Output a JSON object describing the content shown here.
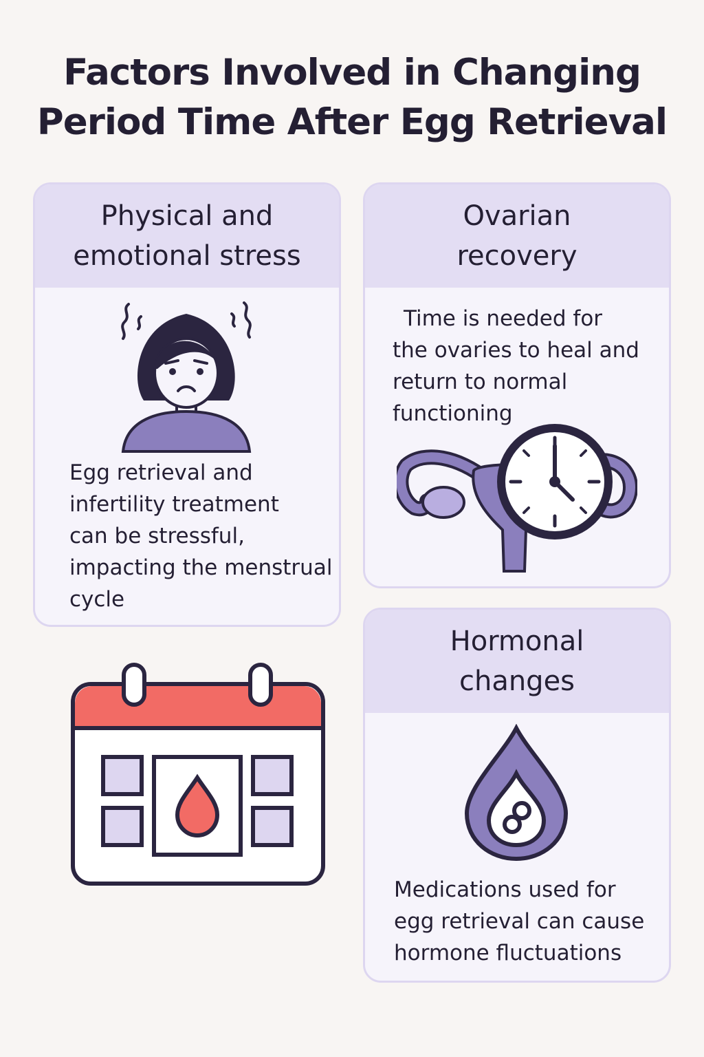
{
  "title": {
    "line1": "Factors Involved in Changing",
    "line2": "Period Time After Egg Retrieval"
  },
  "cards": [
    {
      "id": "stress",
      "heading": [
        "Physical and",
        "emotional stress"
      ],
      "text": [
        "Egg retrieval and",
        "infertility treatment",
        "can be stressful,",
        "impacting the menstrual",
        "cycle"
      ],
      "icon": "stressed-woman-icon"
    },
    {
      "id": "ovarian",
      "heading": [
        "Ovarian",
        "recovery"
      ],
      "text": [
        "Time is needed for",
        "the ovaries to heal and",
        "return to normal",
        "functioning"
      ],
      "icon": "uterus-clock-icon"
    },
    {
      "id": "hormonal",
      "heading": [
        "Hormonal",
        "changes"
      ],
      "text": [
        "Medications used for",
        "egg retrieval can cause",
        "hormone fluctuations"
      ],
      "icon": "hormone-drop-icon"
    }
  ],
  "calendar_icon": "calendar-blood-drop-icon",
  "colors": {
    "background": "#f8f5f3",
    "card_fill": "#f6f4fb",
    "card_header": "#e3ddf3",
    "card_border": "#ddd6f0",
    "accent_purple": "#8b7fbd",
    "accent_red": "#f26b65",
    "outline": "#2b2540"
  }
}
